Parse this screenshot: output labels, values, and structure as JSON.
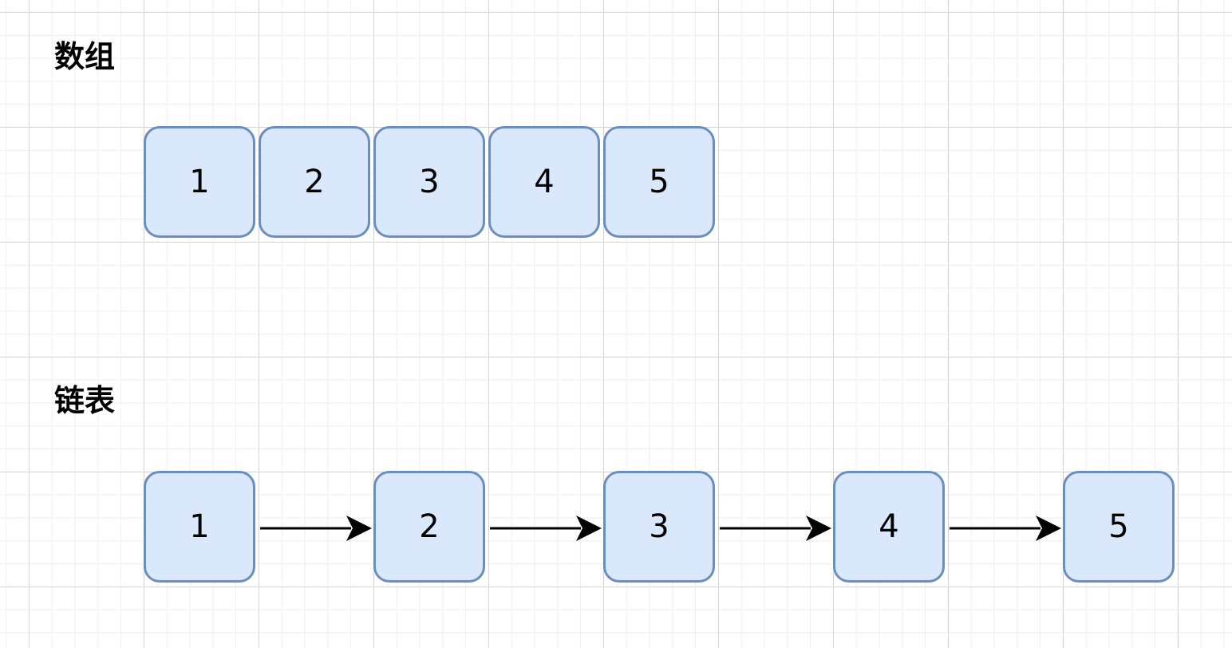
{
  "array_section": {
    "title": "数组",
    "cells": [
      "1",
      "2",
      "3",
      "4",
      "5"
    ]
  },
  "linked_list_section": {
    "title": "链表",
    "nodes": [
      "1",
      "2",
      "3",
      "4",
      "5"
    ]
  },
  "colors": {
    "node_fill": "#dae8fc",
    "node_stroke": "#6c8ebf",
    "arrow": "#000000",
    "grid_major": "#d4d4d4",
    "grid_minor": "#efefef"
  }
}
